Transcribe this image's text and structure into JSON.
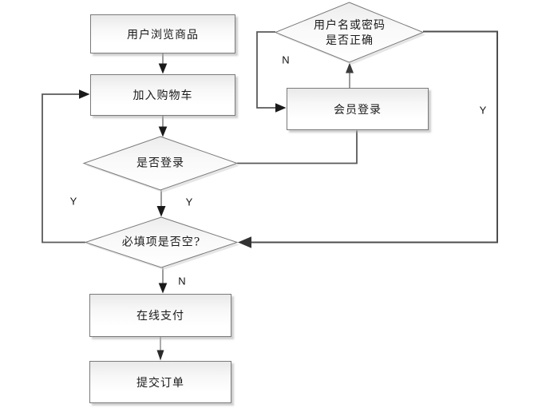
{
  "diagram": {
    "type": "flowchart",
    "language": "zh-CN",
    "nodes": [
      {
        "id": "browse",
        "type": "process",
        "label": "用户浏览商品"
      },
      {
        "id": "add_to_cart",
        "type": "process",
        "label": "加入购物车"
      },
      {
        "id": "is_logged_in",
        "type": "decision",
        "label": "是否登录"
      },
      {
        "id": "required_fields_empty",
        "type": "decision",
        "label": "必填项是否空?"
      },
      {
        "id": "online_payment",
        "type": "process",
        "label": "在线支付"
      },
      {
        "id": "submit_order",
        "type": "process",
        "label": "提交订单"
      },
      {
        "id": "credentials_correct",
        "type": "decision",
        "label": "用户名或密码\n是否正确"
      },
      {
        "id": "member_login",
        "type": "process",
        "label": "会员登录"
      }
    ],
    "edges": [
      {
        "from": "browse",
        "to": "add_to_cart",
        "label": ""
      },
      {
        "from": "add_to_cart",
        "to": "is_logged_in",
        "label": ""
      },
      {
        "from": "is_logged_in",
        "to": "required_fields_empty",
        "label": "Y"
      },
      {
        "from": "is_logged_in",
        "to": "member_login",
        "label": ""
      },
      {
        "from": "member_login",
        "to": "credentials_correct",
        "label": ""
      },
      {
        "from": "credentials_correct",
        "to": "member_login",
        "label": "N"
      },
      {
        "from": "credentials_correct",
        "to": "required_fields_empty",
        "label": "Y"
      },
      {
        "from": "required_fields_empty",
        "to": "add_to_cart",
        "label": "Y"
      },
      {
        "from": "required_fields_empty",
        "to": "online_payment",
        "label": "N"
      },
      {
        "from": "online_payment",
        "to": "submit_order",
        "label": ""
      }
    ],
    "edge_labels": {
      "required_empty_yes": "Y",
      "logged_in_yes": "Y",
      "required_empty_no": "N",
      "credentials_no": "N",
      "credentials_yes": "Y"
    },
    "colors": {
      "background": "#ffffff",
      "shape_border": "#7a7a7a",
      "shape_fill_top": "#e9e9e9",
      "shape_fill_bottom": "#ffffff",
      "connector": "#666666",
      "arrowhead": "#1a1a1a",
      "shadow": "#c9c9c9",
      "text": "#1a1a1a"
    }
  }
}
